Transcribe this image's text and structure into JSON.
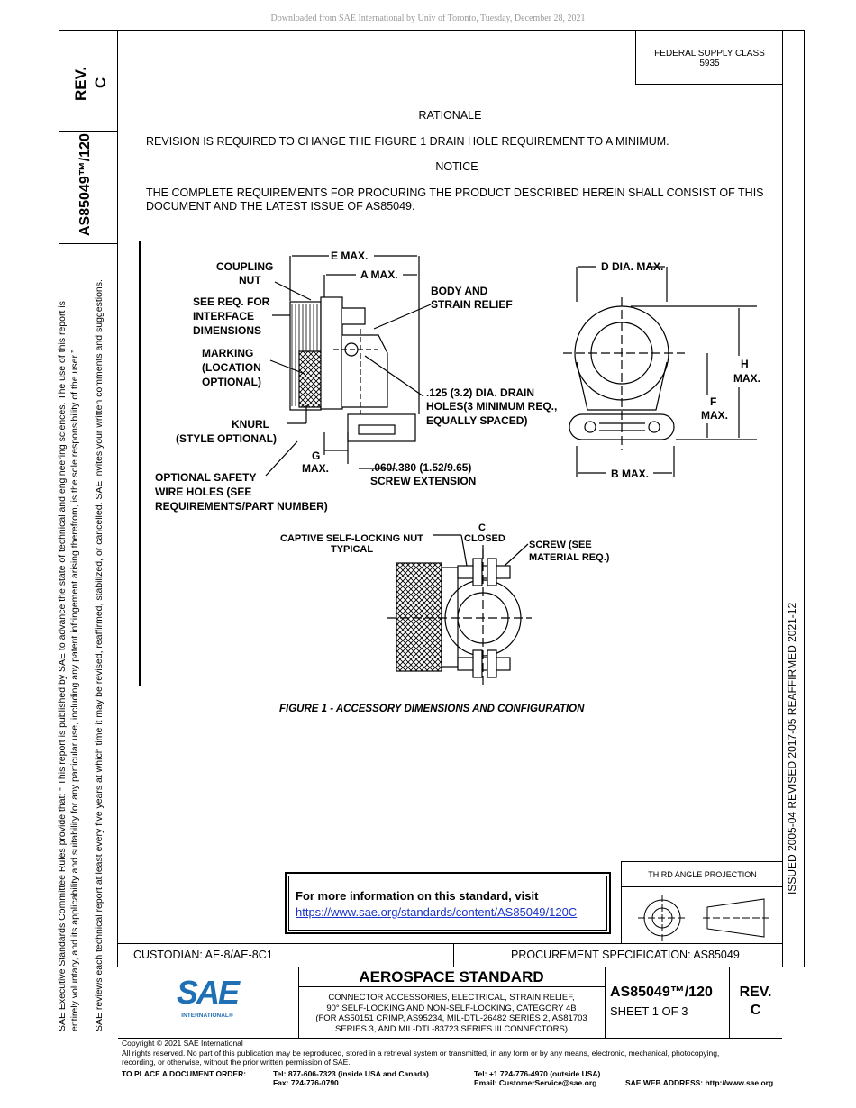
{
  "download_notice": "Downloaded from SAE International by Univ of Toronto, Tuesday, December 28, 2021",
  "side_box": {
    "rev": "REV.",
    "rev_letter": "C",
    "doc_id": "AS85049™/120"
  },
  "federal_supply": {
    "line1": "FEDERAL SUPPLY CLASS",
    "line2": "5935"
  },
  "rationale": {
    "heading": "RATIONALE",
    "text": "REVISION IS REQUIRED TO CHANGE THE FIGURE 1 DRAIN HOLE REQUIREMENT TO A MINIMUM."
  },
  "notice": {
    "heading": "NOTICE",
    "text": "THE COMPLETE REQUIREMENTS FOR PROCURING THE PRODUCT DESCRIBED HEREIN SHALL CONSIST OF THIS DOCUMENT AND THE LATEST ISSUE OF AS85049."
  },
  "figure": {
    "caption": "FIGURE 1 - ACCESSORY DIMENSIONS AND CONFIGURATION",
    "labels": {
      "coupling_nut_1": "COUPLING",
      "coupling_nut_2": "NUT",
      "e_max": "E MAX.",
      "a_max": "A MAX.",
      "see_req_1": "SEE REQ. FOR",
      "see_req_2": "INTERFACE",
      "see_req_3": "DIMENSIONS",
      "body_1": "BODY AND",
      "body_2": "STRAIN RELIEF",
      "marking_1": "MARKING",
      "marking_2": "(LOCATION",
      "marking_3": "OPTIONAL)",
      "drain_1": ".125 (3.2) DIA. DRAIN",
      "drain_2": "HOLES(3 MINIMUM REQ.,",
      "drain_3": "EQUALLY SPACED)",
      "knurl_1": "KNURL",
      "knurl_2": "(STYLE OPTIONAL)",
      "g_1": "G",
      "g_2": "MAX.",
      "screw_ext_1": ".060/.380 (1.52/9.65)",
      "screw_ext_2": "SCREW EXTENSION",
      "safety_1": "OPTIONAL SAFETY",
      "safety_2": "WIRE HOLES (SEE",
      "safety_3": "REQUIREMENTS/PART NUMBER)",
      "d_dia": "D DIA. MAX.",
      "h_1": "H",
      "h_2": "MAX.",
      "f_1": "F",
      "f_2": "MAX.",
      "b_max": "B MAX.",
      "captive_1": "CAPTIVE SELF-LOCKING NUT",
      "captive_2": "TYPICAL",
      "c_1": "C",
      "c_2": "CLOSED",
      "screw_1": "SCREW (SEE",
      "screw_2": "MATERIAL REQ.)"
    }
  },
  "right_vertical": "ISSUED 2005-04    REVISED 2017-05    REAFFIRMED 2021-12",
  "left_vertical": {
    "line1": "SAE Executive Standards Committee Rules provide that: “  This report is published by SAE to advance the state of technical and engineering sciences. The use of this report is",
    "line2": "entirely voluntary, and its applicability and suitability for any particular use, including any patent infringement arising therefrom, is the sole responsibility of the user.”",
    "line3": "SAE reviews each technical report at least every five years at which time it may be revised, reaffirmed, stabilized, or cancelled. SAE invites your written comments and suggestions."
  },
  "more_info": {
    "text": "For more information on this standard, visit",
    "url": "https://www.sae.org/standards/content/AS85049/120C"
  },
  "projection": {
    "label": "THIRD ANGLE PROJECTION"
  },
  "title_block": {
    "custodian": "CUSTODIAN: AE-8/AE-8C1",
    "procurement": "PROCUREMENT SPECIFICATION: AS85049",
    "logo_text": "SAE",
    "logo_sub": "INTERNATIONAL®",
    "heading": "AEROSPACE STANDARD",
    "desc_1": "CONNECTOR ACCESSORIES, ELECTRICAL, STRAIN RELIEF,",
    "desc_2": "90° SELF-LOCKING AND NON-SELF-LOCKING, CATEGORY 4B",
    "desc_3": "(FOR AS50151 CRIMP, AS95234, MIL-DTL-26482 SERIES 2, AS81703",
    "desc_4": "SERIES 3, AND MIL-DTL-83723 SERIES III CONNECTORS)",
    "doc_number": "AS85049™/120",
    "sheet": "SHEET 1 OF 3",
    "rev": "REV.",
    "rev_letter": "C"
  },
  "footer": {
    "copyright": "Copyright © 2021 SAE International",
    "rights_1": "All rights reserved. No part of this publication may be reproduced, stored in a retrieval system or transmitted, in any form or by any means, electronic, mechanical, photocopying,",
    "rights_2": "recording, or otherwise, without the prior written permission of SAE.",
    "order_label": "TO PLACE A DOCUMENT ORDER:",
    "tel_usa": "Tel:  877-606-7323 (inside USA and Canada)",
    "fax": "Fax:  724-776-0790",
    "tel_outside": "Tel:  +1 724-776-4970 (outside USA)",
    "email": "Email:  CustomerService@sae.org",
    "web": "SAE WEB ADDRESS:  http://www.sae.org"
  }
}
